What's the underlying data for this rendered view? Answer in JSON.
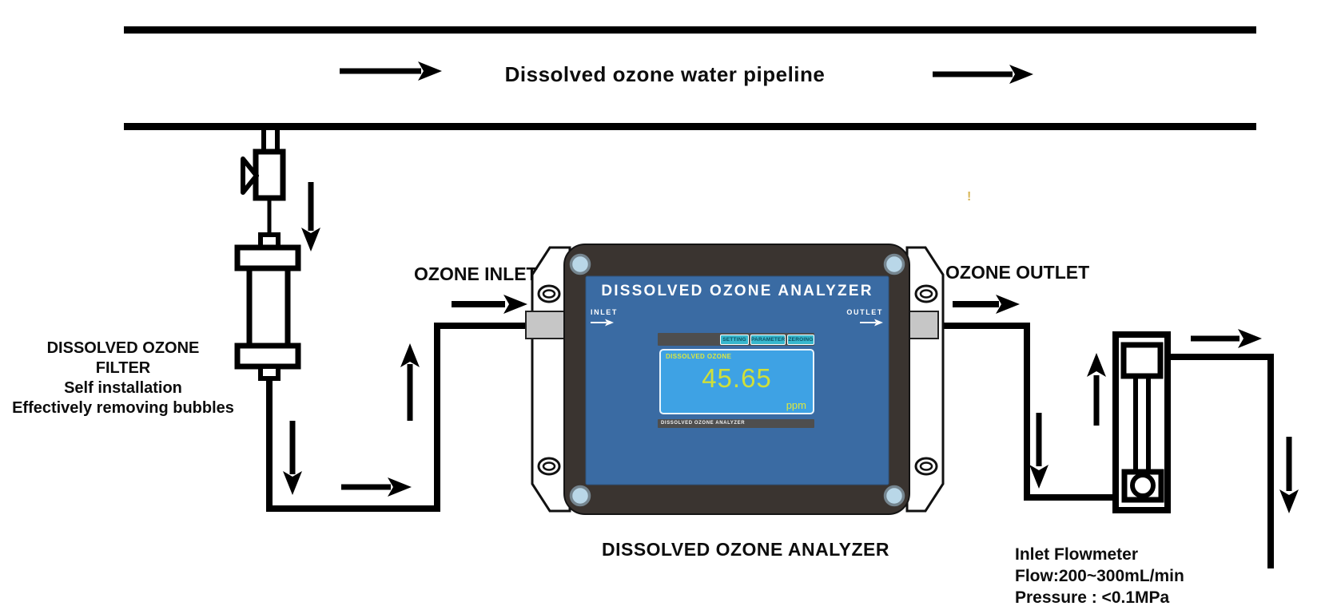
{
  "pipeline": {
    "title": "Dissolved ozone water pipeline"
  },
  "filter": {
    "line1": "DISSOLVED OZONE",
    "line2": "FILTER",
    "line3": "Self installation",
    "line4": "Effectively removing bubbles"
  },
  "flow_labels": {
    "ozone_inlet": "OZONE INLET",
    "ozone_outlet": "OZONE OUTLET"
  },
  "analyzer": {
    "panel_title": "DISSOLVED OZONE ANALYZER",
    "inlet": "INLET",
    "outlet": "OUTLET",
    "buttons": [
      {
        "label": "SETTING"
      },
      {
        "label": "PARAMETER"
      },
      {
        "label": "ZEROING"
      }
    ],
    "screen": {
      "title": "DISSOLVED OZONE",
      "value": "45.65",
      "unit": "ppm"
    },
    "footer": "DISSOLVED OZONE ANALYZER",
    "caption": "DISSOLVED OZONE ANALYZER"
  },
  "flowmeter": {
    "title": "Inlet Flowmeter",
    "flow": "Flow:200~300mL/min",
    "pressure": "Pressure : <0.1MPa"
  },
  "artifact": {
    "mark": "!"
  },
  "colors": {
    "panel_blue": "#3a6ba3",
    "screen_blue": "#3ea2e4",
    "value_yellow": "#cfdf3a",
    "button_cyan": "#38b7cd",
    "body_dark": "#3a3430",
    "port_gray": "#c6c6c6",
    "screw_blue": "#b9d7e8"
  }
}
